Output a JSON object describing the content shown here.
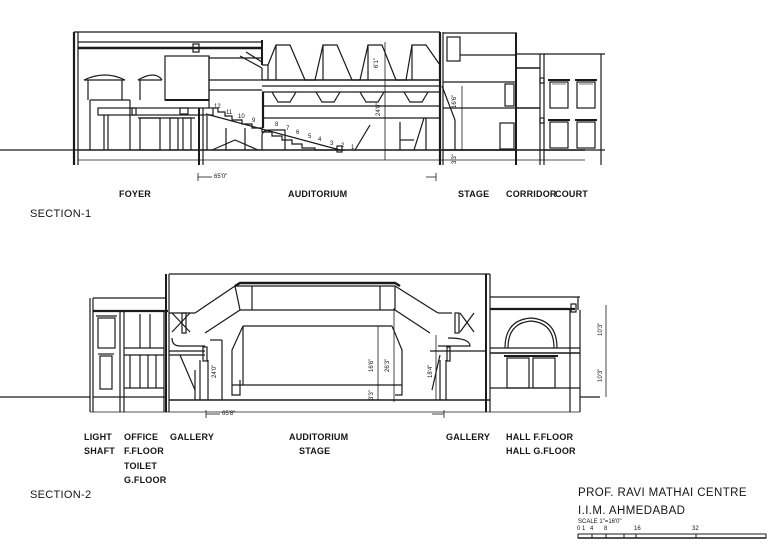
{
  "section1": {
    "title": "SECTION-1",
    "labels": {
      "foyer": "FOYER",
      "auditorium": "AUDITORIUM",
      "stage": "STAGE",
      "corridor": "CORRIDOR",
      "court": "COURT"
    },
    "dimensions": {
      "auditorium_width": "65'0\"",
      "roof_height": "6'1\"",
      "ceiling_height": "24'0\"",
      "stage_height": "16'6\"",
      "stage_floor": "3'3\""
    },
    "seat_rows": [
      "12",
      "11",
      "10",
      "9",
      "8",
      "7",
      "6",
      "5",
      "4",
      "3",
      "2",
      "1"
    ]
  },
  "section2": {
    "title": "SECTION-2",
    "labels": {
      "light": "LIGHT",
      "shaft": "SHAFT",
      "office": "OFFICE",
      "f_floor": "F.FLOOR",
      "toilet": "TOILET",
      "g_floor": "G.FLOOR",
      "gallery_left": "GALLERY",
      "auditorium": "AUDITORIUM",
      "stage": "STAGE",
      "gallery_right": "GALLERY",
      "hall_ff": "HALL F.FLOOR",
      "hall_gf": "HALL G.FLOOR"
    },
    "dimensions": {
      "auditorium_width": "65'8\"",
      "gallery_left": "24'0\"",
      "proscenium": "16'6\"",
      "overall": "26'3\"",
      "stage_floor": "3'3\"",
      "gallery_right": "18'4\"",
      "hall_ff": "10'3\"",
      "hall_gf": "10'3\""
    }
  },
  "title_block": {
    "line1": "PROF. RAVI MATHAI CENTRE",
    "line2": "I.I.M. AHMEDABAD",
    "scale_label": "SCALE  1\"=16'0\"",
    "scale_ticks": [
      "0",
      "1",
      "4",
      "8",
      "16",
      "32"
    ]
  },
  "colors": {
    "ink": "#1a1a1a",
    "paper": "#ffffff"
  }
}
